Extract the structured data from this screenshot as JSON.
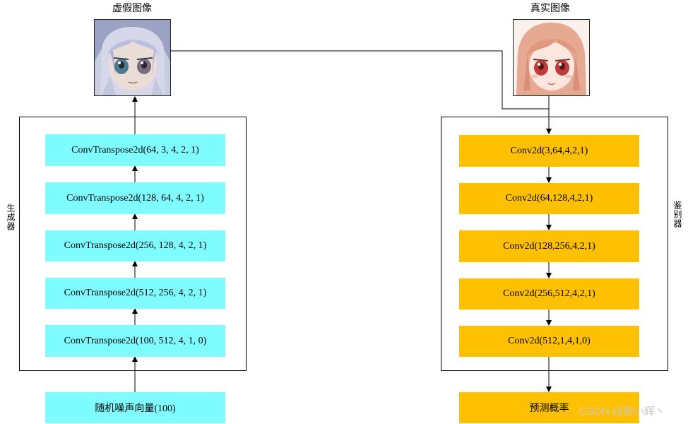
{
  "left": {
    "image_caption": "虚假图像",
    "panel_label": "生成器",
    "layers": [
      "ConvTranspose2d(64, 3, 4, 2, 1)",
      "ConvTranspose2d(128, 64, 4, 2, 1)",
      "ConvTranspose2d(256, 128, 4, 2, 1)",
      "ConvTranspose2d(512, 256, 4, 2, 1)",
      "ConvTranspose2d(100, 512, 4, 1, 0)"
    ],
    "input_label": "随机噪声向量(100)"
  },
  "right": {
    "image_caption": "真实图像",
    "panel_label": "鉴别器",
    "layers": [
      "Conv2d(3,64,4,2,1)",
      "Conv2d(64,128,4,2,1)",
      "Conv2d(128,256,4,2,1)",
      "Conv2d(256,512,4,2,1)",
      "Conv2d(512,1,4,1,0)"
    ],
    "output_label": "预测概率"
  },
  "watermark": "CSDN @盼小辉丶",
  "colors": {
    "generator_box": "#7ffcff",
    "discriminator_box": "#fec000",
    "line": "#000000"
  }
}
